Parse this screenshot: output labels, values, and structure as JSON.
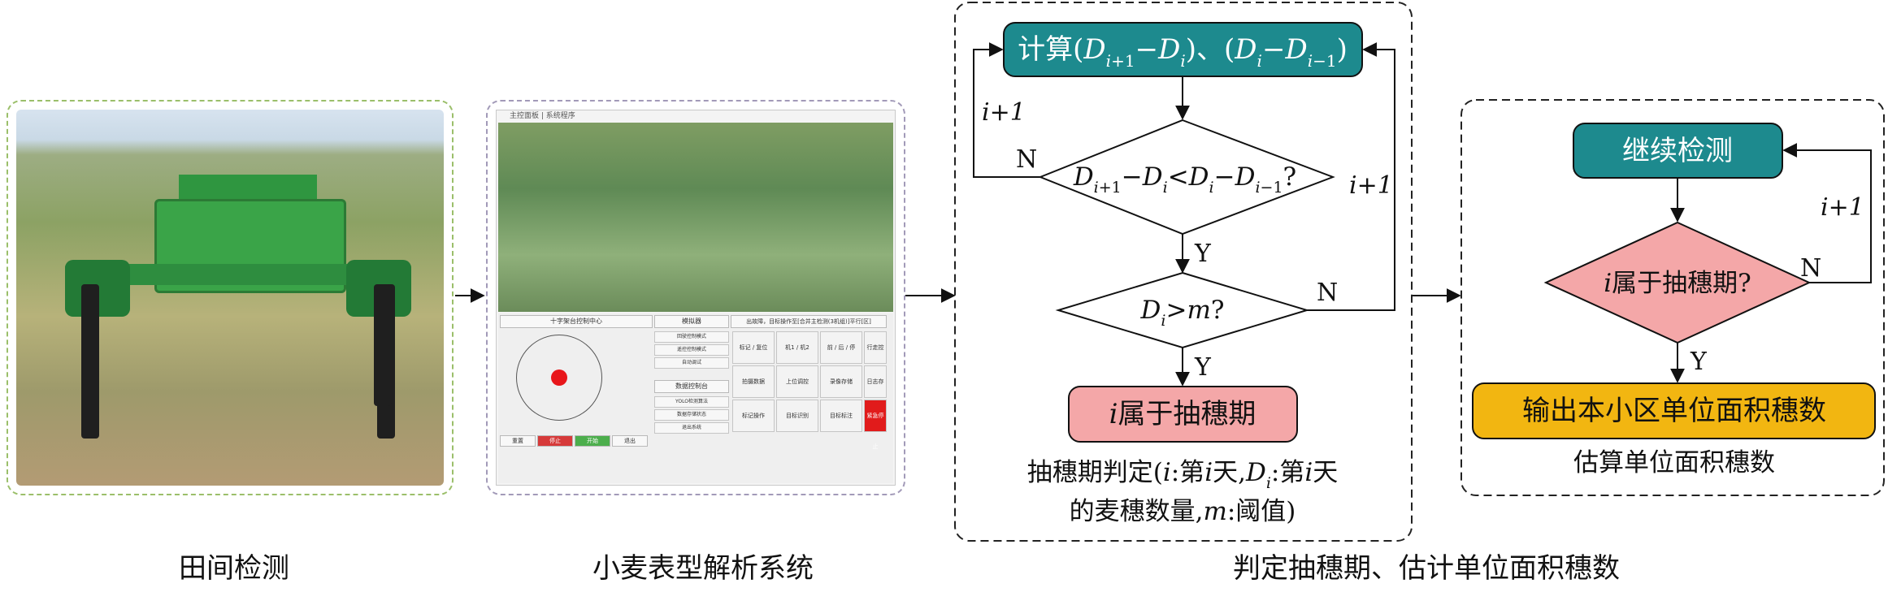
{
  "stage1": {
    "caption": "田间检测"
  },
  "stage2": {
    "caption": "小麦表型解析系统",
    "app": {
      "window_title": "主控面板 | 系统程序",
      "control_center": "十字架台控制中心",
      "mode_header": "模拟器",
      "info_header": "出故障，目标操作至[合并主检测(3机组)]平行[区]",
      "mode_items": [
        "回驶控制模式",
        "遥控控制模式",
        "自动调试"
      ],
      "status_header": "数据控制台",
      "status_items": [
        "YOLO检测算法",
        "数据存储状态",
        "退出系统"
      ],
      "button_labels": [
        "标记 / 复位",
        "机1 / 机2",
        "前 / 后 / 停",
        "行走控制",
        "拍摄数据",
        "上位调控",
        "录像存储",
        "日志存储",
        "标记操作",
        "目标识别",
        "目标标注",
        "紧急停止"
      ],
      "footer_buttons": [
        "重置",
        "停止",
        "开始",
        "退出"
      ]
    }
  },
  "stage3": {
    "caption": "判定抽穗期、估计单位面积穗数",
    "compute_box": "计算(D_{i+1}−D_i)、(D_i−D_{i−1})",
    "decision1": "D_{i+1}−D_i<D_i−D_{i−1}?",
    "decision2": "D_i>m?",
    "result_box": "i属于抽穗期",
    "loop_label": "i+1",
    "yes": "Y",
    "no": "N",
    "note_line1": "抽穗期判定(i:第i天,D_i:第i天",
    "note_line2": "的麦穗数量,m:阈值)"
  },
  "stage4": {
    "continue_box": "继续检测",
    "decision": "i属于抽穗期?",
    "output_box": "输出本小区单位面积穗数",
    "note": "估算单位面积穗数",
    "loop_label": "i+1",
    "yes": "Y",
    "no": "N"
  },
  "colors": {
    "teal": "#1d8a8e",
    "pink": "#f4a7a8",
    "yellow": "#f2b611",
    "photo_frame": "#9bbf6a",
    "app_frame": "#a29ab8",
    "red_dot": "#e8161a"
  }
}
